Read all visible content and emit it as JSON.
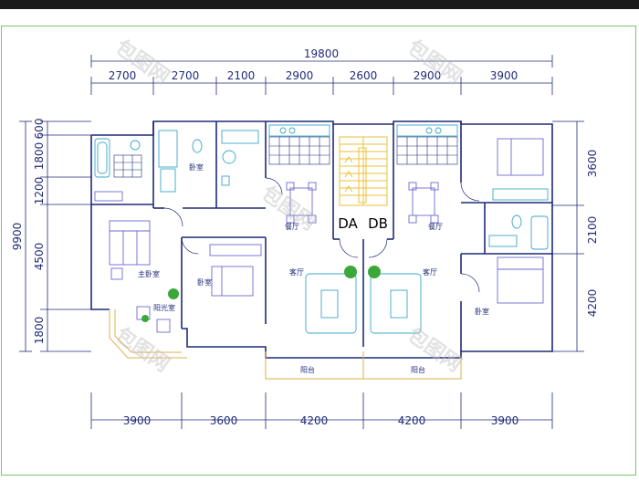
{
  "plan": {
    "overall_width": "19800",
    "overall_height": "9900",
    "top_dims": [
      "2700",
      "2700",
      "2100",
      "2900",
      "2600",
      "2900",
      "3900"
    ],
    "bottom_dims": [
      "3900",
      "3600",
      "4200",
      "4200",
      "3900"
    ],
    "left_dims": [
      "600",
      "1800",
      "1200",
      "4500",
      "1800"
    ],
    "right_dims": [
      "3600",
      "2100",
      "4200"
    ],
    "unit_labels": [
      "DA",
      "DB"
    ]
  },
  "rooms": {
    "bedroom": "卧室",
    "bedroom_2": "卧室",
    "bedroom_3": "卧室",
    "master_bedroom": "主卧室",
    "sunroom": "阳光室",
    "dining_a": "餐厅",
    "dining_b": "餐厅",
    "living_a": "客厅",
    "living_b": "客厅",
    "balcony_a": "阳台",
    "balcony_b": "阳台"
  },
  "watermark": {
    "text": "包图网"
  },
  "colors": {
    "dimension": "#1f2a78",
    "wall": "#1f2a78",
    "fixture": "#3aa7c8",
    "furniture": "#6a6ad0",
    "stair": "#e8c23a",
    "balcony": "#e0b24a",
    "plant": "#3aa838",
    "frame": "#7cc46a"
  }
}
